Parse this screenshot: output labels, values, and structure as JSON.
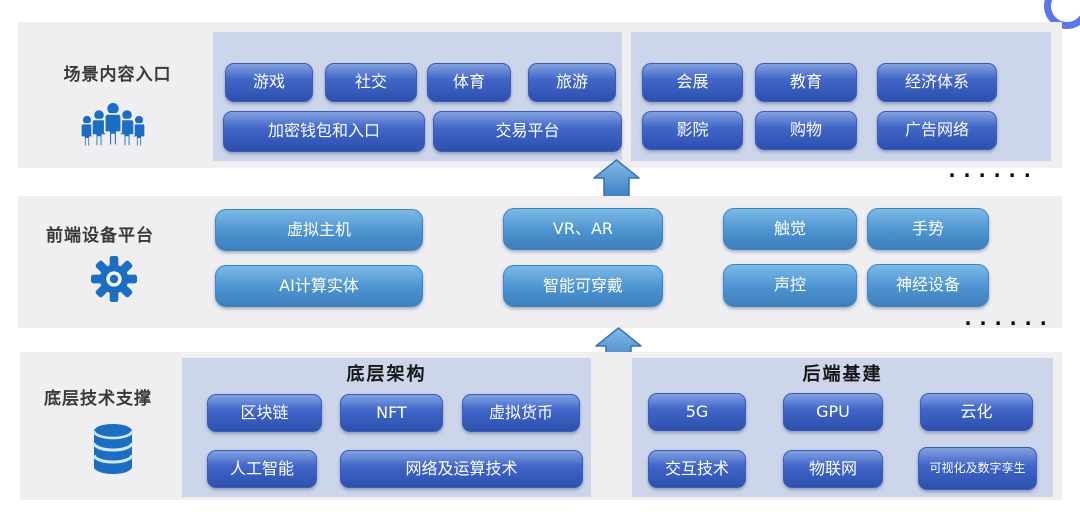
{
  "band1": {
    "label": "场景内容入口",
    "icon": "people-group-icon",
    "left_panel": {
      "row1": [
        "游戏",
        "社交",
        "体育",
        "旅游"
      ],
      "row2": [
        "加密钱包和入口",
        "交易平台"
      ]
    },
    "right_panel": {
      "row1": [
        "会展",
        "教育",
        "经济体系"
      ],
      "row2": [
        "影院",
        "购物",
        "广告网络"
      ]
    },
    "ellipsis": "......"
  },
  "band2": {
    "label": "前端设备平台",
    "icon": "gear-icon",
    "col1": [
      "虚拟主机",
      "AI计算实体"
    ],
    "col2": [
      "VR、AR",
      "智能可穿戴"
    ],
    "col3": [
      "触觉",
      "声控"
    ],
    "col4": [
      "手势",
      "神经设备"
    ],
    "ellipsis": "......"
  },
  "band3": {
    "label": "底层技术支撑",
    "icon": "database-icon",
    "left_panel": {
      "title": "底层架构",
      "row1": [
        "区块链",
        "NFT",
        "虚拟货币"
      ],
      "row2": [
        "人工智能",
        "网络及运算技术"
      ]
    },
    "right_panel": {
      "title": "后端基建",
      "row1": [
        "5G",
        "GPU",
        "云化"
      ],
      "row2": [
        "交互技术",
        "物联网",
        "可视化及数字孪生"
      ]
    }
  },
  "colors": {
    "band_background": "#efeff2",
    "panel_background": "#cdd5ea",
    "royal_button_top": "#83a1e0",
    "royal_button_bottom": "#2b50ad",
    "sky_button_top": "#7cbae6",
    "sky_button_bottom": "#3d7fbd",
    "icon_blue": "#1b6ec2",
    "arrow_top": "#85b9e8",
    "arrow_bottom": "#3c7fc0",
    "corner_arc": "#5b76e8",
    "label_text": "#3a3a3a",
    "button_text": "#ffffff"
  }
}
